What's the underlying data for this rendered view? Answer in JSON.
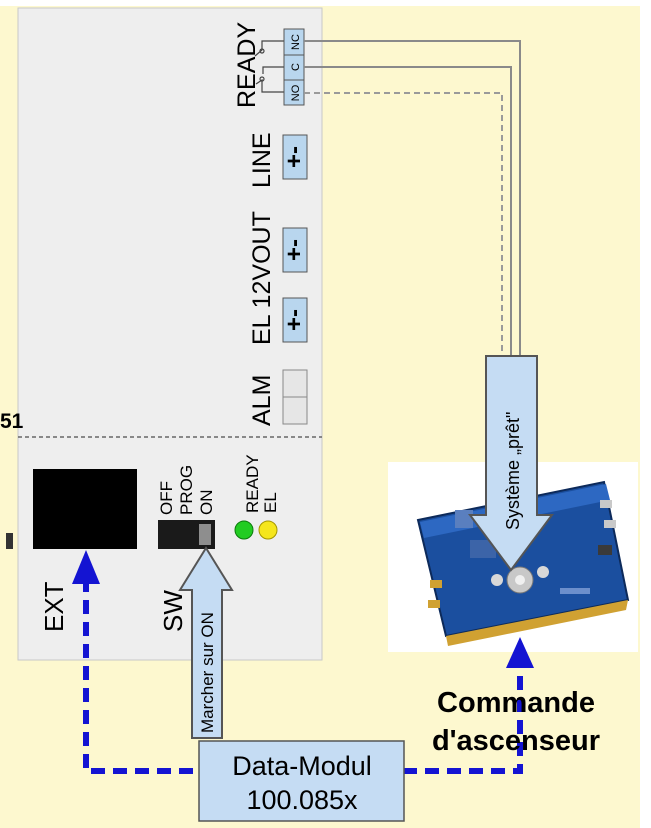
{
  "device": {
    "ready_label": "READY",
    "relay_terminals": [
      "NC",
      "C",
      "NO"
    ],
    "line_label": "LINE",
    "el12vout_label": "EL 12VOUT",
    "alm_label": "ALM",
    "plus_minus": "+-",
    "partial_label": "51",
    "switch_positions": [
      "OFF",
      "PROG",
      "ON"
    ],
    "led_labels": [
      "READY",
      "EL"
    ],
    "ext_label": "EXT",
    "sw_label": "SW"
  },
  "callouts": {
    "ready_arrow": "Système „prêt\"",
    "switch_arrow": "Marcher sur ON"
  },
  "controller": {
    "label_line1": "Commande",
    "label_line2": "d'ascenseur"
  },
  "data_module": {
    "line1": "Data-Modul",
    "line2": "100.085x"
  },
  "colors": {
    "background": "#fdf8cf",
    "panel": "#eeeeee",
    "bus_blue": "#1414d2",
    "callout_fill": "#c5dcf3",
    "led_green": "#22cc22",
    "led_yellow": "#f5e61c"
  }
}
